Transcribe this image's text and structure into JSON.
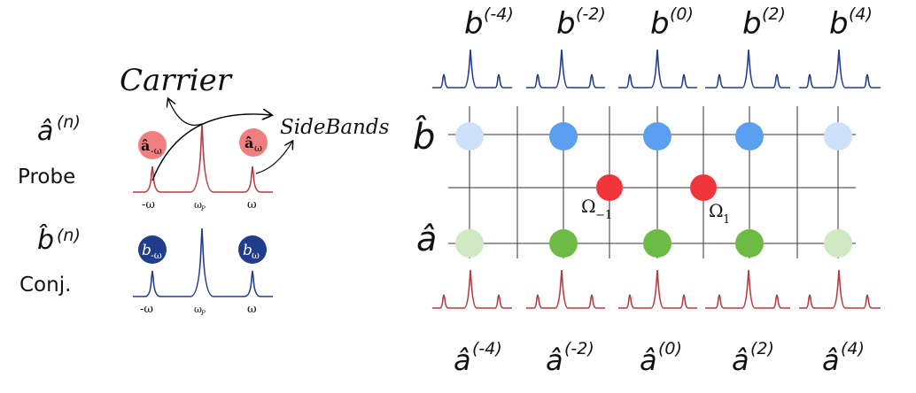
{
  "left": {
    "carrier_label": "Carrier",
    "sidebands_label": "SideBands",
    "probe": {
      "symbol": "â",
      "superscript": "(n)",
      "name": "Probe",
      "bubble_left": "â",
      "bubble_left_sub": "-ω",
      "bubble_right": "â",
      "bubble_right_sub": "ω",
      "tick_left": "-ω",
      "tick_center": "ω",
      "tick_center_sub": "P",
      "tick_right": "ω"
    },
    "conj": {
      "symbol": "b̂",
      "superscript": "(n)",
      "name": "Conj.",
      "bubble_left": "b",
      "bubble_left_sub": "-ω",
      "bubble_right": "b",
      "bubble_right_sub": "ω",
      "tick_left": "-ω",
      "tick_center": "ω",
      "tick_center_sub": "P",
      "tick_right": "ω"
    }
  },
  "right": {
    "row_b_label": "b̂",
    "row_a_label": "â",
    "omega_left": "Ω",
    "omega_left_sub": "−1",
    "omega_right": "Ω",
    "omega_right_sub": "1",
    "top_labels": [
      {
        "base": "b",
        "sup": "(-4)"
      },
      {
        "base": "b",
        "sup": "(-2)"
      },
      {
        "base": "b",
        "sup": "(0)"
      },
      {
        "base": "b",
        "sup": "(2)"
      },
      {
        "base": "b",
        "sup": "(4)"
      }
    ],
    "bottom_labels": [
      {
        "base": "â",
        "sup": "(-4)"
      },
      {
        "base": "â",
        "sup": "(-2)"
      },
      {
        "base": "â",
        "sup": "(0)"
      },
      {
        "base": "â",
        "sup": "(2)"
      },
      {
        "base": "â",
        "sup": "(4)"
      }
    ]
  },
  "colors": {
    "red": "#b83a3f",
    "blue": "#1f3d8a",
    "light_red": "#f08080",
    "node_blue": "#5b9ff0",
    "node_blue_faded": "#cde1fa",
    "node_green": "#6dbb45",
    "node_green_faded": "#cfe8c3",
    "node_red": "#f0363c"
  }
}
